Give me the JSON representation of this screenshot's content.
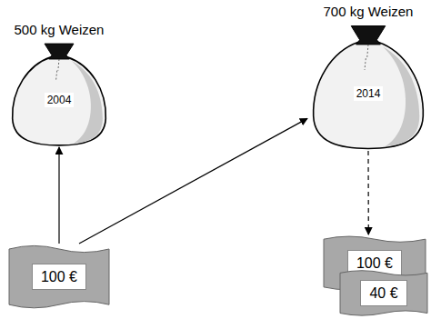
{
  "diagram": {
    "nodes": [
      {
        "text": [
          "500 kg Weizen",
          "2004"
        ]
      },
      {
        "text": [
          "700 kg Weizen",
          "2014"
        ]
      },
      {
        "text": [
          "100 €"
        ]
      },
      {
        "text": [
          "100 €"
        ]
      },
      {
        "text": [
          "40 €"
        ]
      }
    ],
    "edges": [
      {
        "from": 2,
        "to": 0,
        "arrow": "to"
      },
      {
        "from": 2,
        "to": 1,
        "arrow": "to"
      },
      {
        "from": 1,
        "to": 3,
        "arrow": "to"
      }
    ]
  }
}
